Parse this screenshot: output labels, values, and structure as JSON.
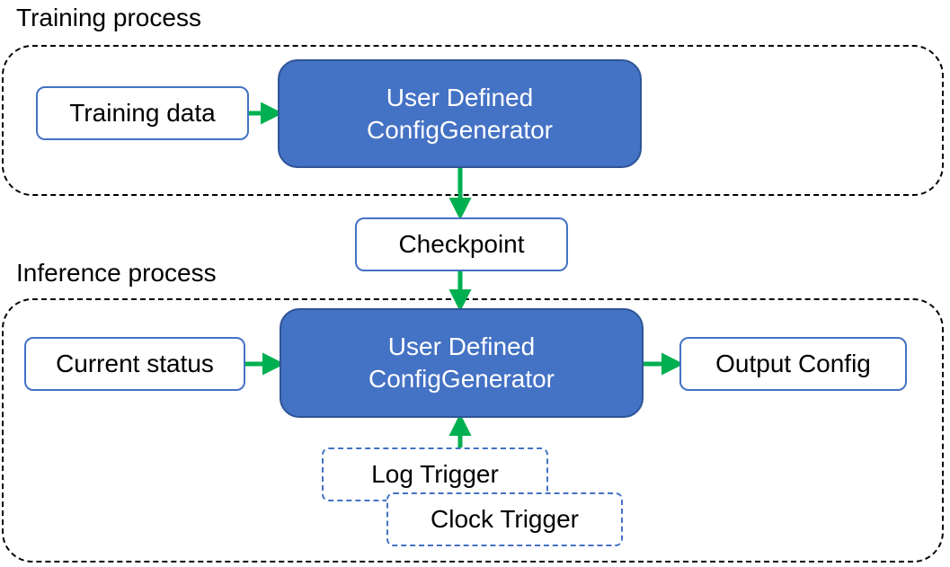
{
  "labels": {
    "training_process": "Training process",
    "inference_process": "Inference process"
  },
  "nodes": {
    "training_data": "Training data",
    "training_generator": {
      "line1": "User Defined",
      "line2": "ConfigGenerator"
    },
    "checkpoint": "Checkpoint",
    "current_status": "Current status",
    "inference_generator": {
      "line1": "User Defined",
      "line2": "ConfigGenerator"
    },
    "output_config": "Output Config",
    "log_trigger": "Log Trigger",
    "clock_trigger": "Clock Trigger"
  },
  "colors": {
    "generator_fill": "#4472c4",
    "box_border": "#4472c4",
    "arrow": "#00b050"
  }
}
